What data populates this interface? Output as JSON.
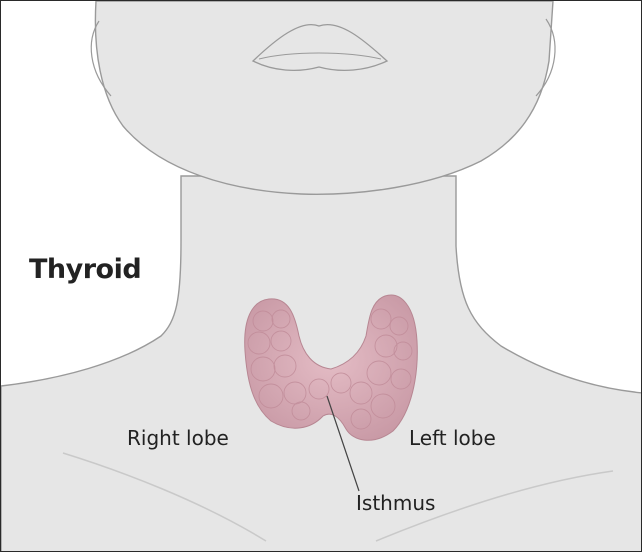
{
  "title": "Thyroid",
  "labels": {
    "right_lobe": "Right lobe",
    "left_lobe": "Left lobe",
    "isthmus": "Isthmus"
  },
  "colors": {
    "skin": "#e6e6e6",
    "outline": "#9a9a9a",
    "thyroid": "#d8a9b3",
    "thyroid_shade": "#c38f9c",
    "leader_line": "#444444"
  }
}
